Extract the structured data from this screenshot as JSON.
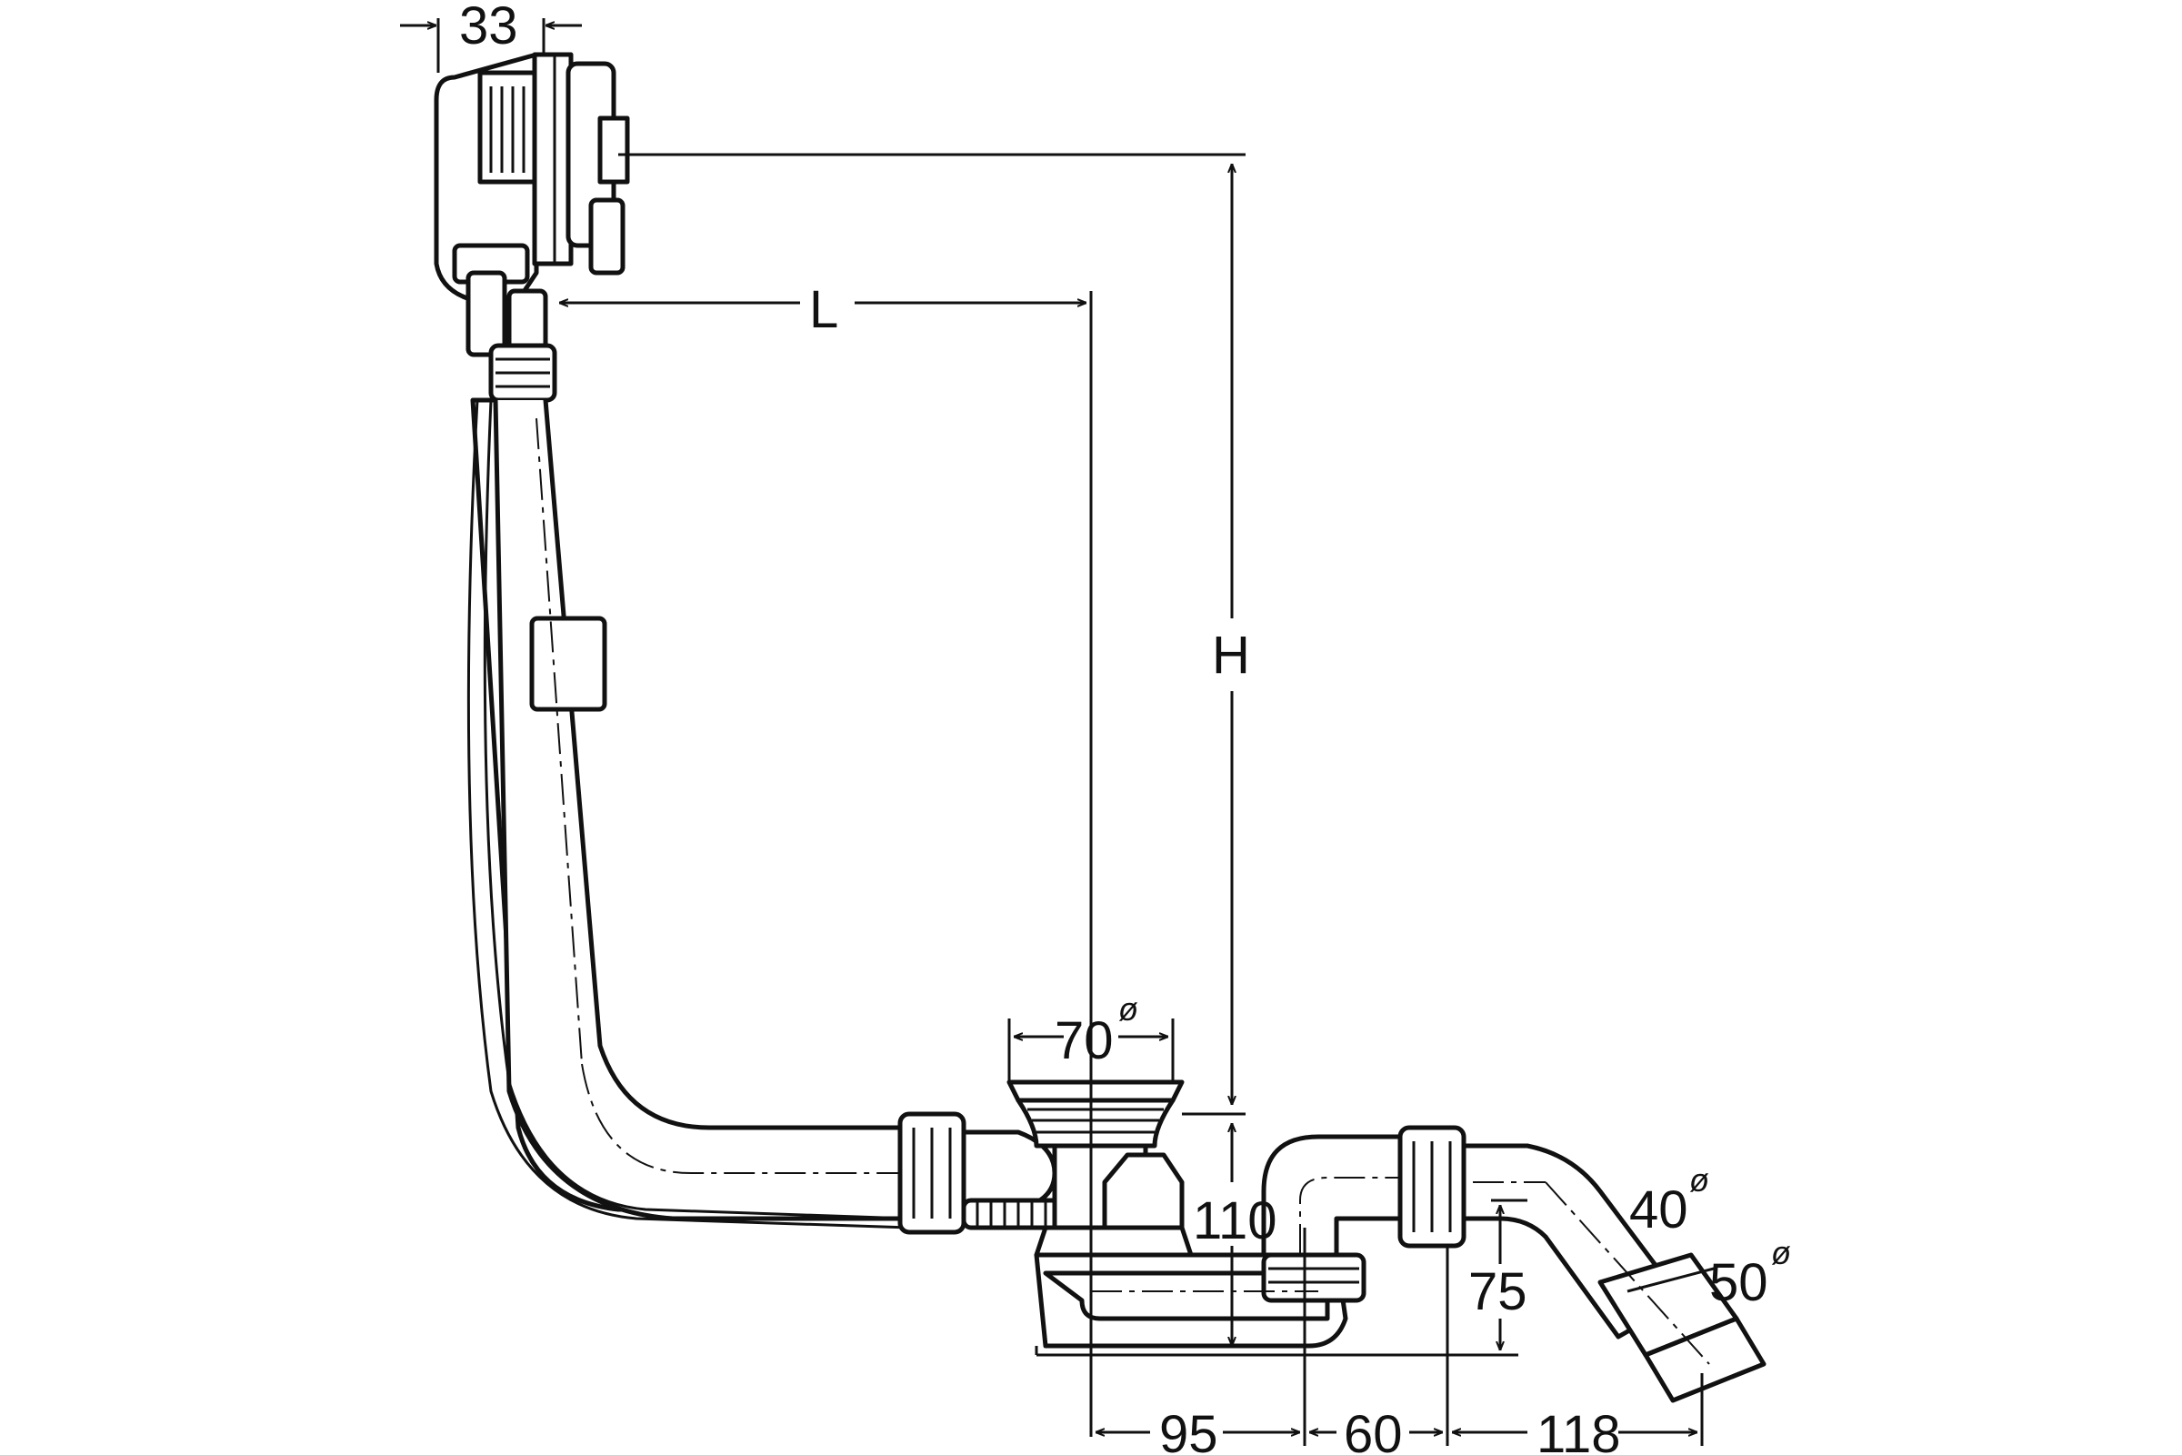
{
  "dimensions": {
    "top_width": "33",
    "length": "L",
    "height": "H",
    "outlet_diameter": "70",
    "outlet_diameter_symbol": "ø",
    "trap_height": "110",
    "pipe_height": "75",
    "pipe_diameter_small": "40",
    "pipe_diameter_small_symbol": "ø",
    "pipe_diameter_large": "50",
    "pipe_diameter_large_symbol": "ø",
    "offset_1": "95",
    "offset_2": "60",
    "offset_3": "118"
  },
  "colors": {
    "line": "#111111",
    "background": "#ffffff"
  }
}
